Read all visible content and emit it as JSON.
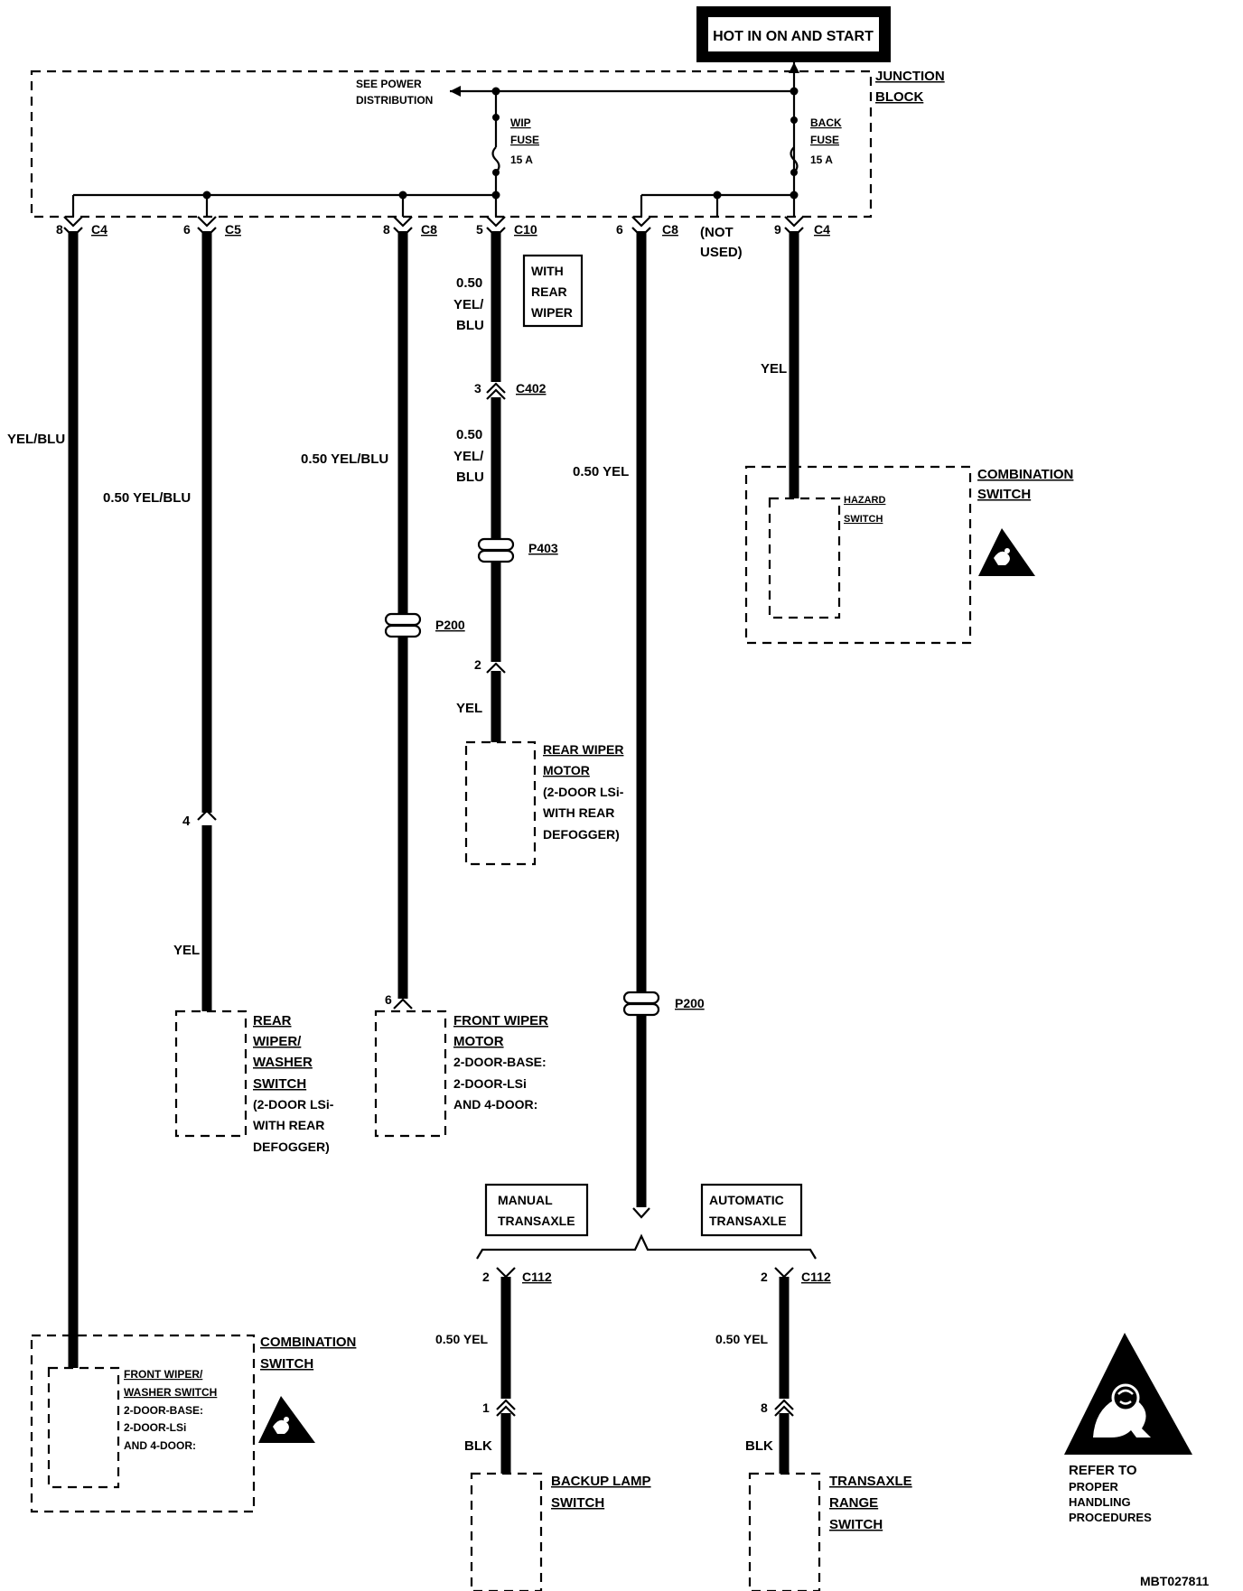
{
  "header": {
    "hot_label": "HOT IN ON AND START"
  },
  "junction_block": {
    "title_line1": "JUNCTION",
    "title_line2": "BLOCK",
    "see_power_line1": "SEE POWER",
    "see_power_line2": "DISTRIBUTION",
    "wip_fuse": {
      "l1": "WIP",
      "l2": "FUSE",
      "rating": "15 A"
    },
    "back_fuse": {
      "l1": "BACK",
      "l2": "FUSE",
      "rating": "15 A"
    },
    "not_used_line1": "(NOT",
    "not_used_line2": "USED)"
  },
  "connectors": [
    {
      "pin": "8",
      "name": "C4"
    },
    {
      "pin": "6",
      "name": "C5"
    },
    {
      "pin": "8",
      "name": "C8"
    },
    {
      "pin": "5",
      "name": "C10"
    },
    {
      "pin": "6",
      "name": "C8"
    },
    {
      "pin": "9",
      "name": "C4"
    }
  ],
  "wires": {
    "w1": "YEL/BLU",
    "w2": "0.50 YEL/BLU",
    "w2_lower": "YEL",
    "w2_pin": "4",
    "w3": "0.50 YEL/BLU",
    "w3_bottom_pin": "6",
    "w4_top": [
      "0.50",
      "YEL/",
      "BLU"
    ],
    "w4_mid": [
      "0.50",
      "YEL/",
      "BLU"
    ],
    "w4_c402_pin": "3",
    "w4_c402": "C402",
    "w4_lower_pin": "2",
    "w4_lower": "YEL",
    "w5": "0.50 YEL",
    "w6": "YEL"
  },
  "splices": {
    "p403": "P403",
    "p200_a": "P200",
    "p200_b": "P200"
  },
  "option_box": {
    "l1": "WITH",
    "l2": "REAR",
    "l3": "WIPER"
  },
  "components": {
    "rear_wiper_motor": [
      "REAR WIPER",
      "MOTOR",
      "(2-DOOR LSi-",
      "WITH REAR",
      "DEFOGGER)"
    ],
    "rear_washer_switch": [
      "REAR",
      "WIPER/",
      "WASHER",
      "SWITCH",
      "(2-DOOR LSi-",
      "WITH REAR",
      "DEFOGGER)"
    ],
    "front_wiper_motor": [
      "FRONT WIPER",
      "MOTOR",
      "2-DOOR-BASE:",
      "2-DOOR-LSi",
      "AND 4-DOOR:"
    ],
    "combination_switch_right": [
      "COMBINATION",
      "SWITCH"
    ],
    "hazard_switch": [
      "HAZARD",
      "SWITCH"
    ],
    "combination_switch_left": [
      "COMBINATION",
      "SWITCH"
    ],
    "front_washer_switch": [
      "FRONT WIPER/",
      "WASHER SWITCH",
      "2-DOOR-BASE:",
      "2-DOOR-LSi",
      "AND 4-DOOR:"
    ],
    "backup_lamp_switch": [
      "BACKUP LAMP",
      "SWITCH"
    ],
    "transaxle_range_switch": [
      "TRANSAXLE",
      "RANGE",
      "SWITCH"
    ]
  },
  "transaxle": {
    "manual": [
      "MANUAL",
      "TRANSAXLE"
    ],
    "automatic": [
      "AUTOMATIC",
      "TRANSAXLE"
    ],
    "manual_pin": "2",
    "manual_conn": "C112",
    "auto_pin": "2",
    "auto_conn": "C112",
    "manual_wire": "0.50 YEL",
    "auto_wire": "0.50 YEL",
    "manual_lower_pin": "1",
    "manual_lower_wire": "BLK",
    "auto_lower_pin": "8",
    "auto_lower_wire": "BLK"
  },
  "notice": [
    "REFER TO",
    "PROPER",
    "HANDLING",
    "PROCEDURES"
  ],
  "figure_code": "MBT027811"
}
